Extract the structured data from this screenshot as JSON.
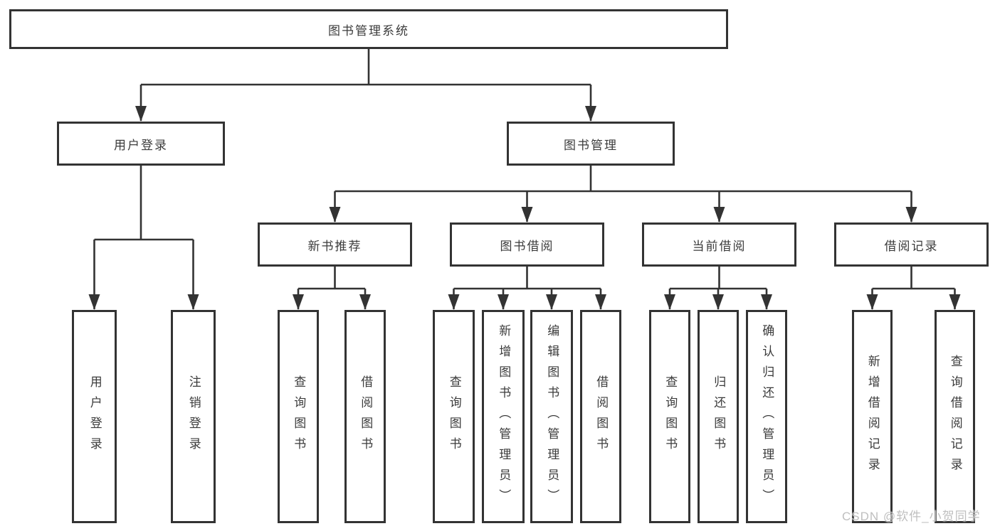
{
  "diagram_type": "hierarchy-tree",
  "tree": {
    "root": {
      "label": "图书管理系统",
      "children": [
        {
          "label": "用户登录",
          "children": [
            {
              "label": "用户登录"
            },
            {
              "label": "注销登录"
            }
          ]
        },
        {
          "label": "图书管理",
          "children": [
            {
              "label": "新书推荐",
              "children": [
                {
                  "label": "查询图书"
                },
                {
                  "label": "借阅图书"
                }
              ]
            },
            {
              "label": "图书借阅",
              "children": [
                {
                  "label": "查询图书"
                },
                {
                  "label": "新增图书（管理员）"
                },
                {
                  "label": "编辑图书（管理员）"
                },
                {
                  "label": "借阅图书"
                }
              ]
            },
            {
              "label": "当前借阅",
              "children": [
                {
                  "label": "查询图书"
                },
                {
                  "label": "归还图书"
                },
                {
                  "label": "确认归还（管理员）"
                }
              ]
            },
            {
              "label": "借阅记录",
              "children": [
                {
                  "label": "新增借阅记录"
                },
                {
                  "label": "查询借阅记录"
                }
              ]
            }
          ]
        }
      ]
    }
  },
  "watermark": {
    "text": "CSDN @软件_小贺同学"
  },
  "colors": {
    "line": "#333333",
    "box_border": "#333333",
    "box_background": "#ffffff",
    "text": "#3b3b3b",
    "watermark": "#bcbcbc",
    "background": "#ffffff"
  }
}
